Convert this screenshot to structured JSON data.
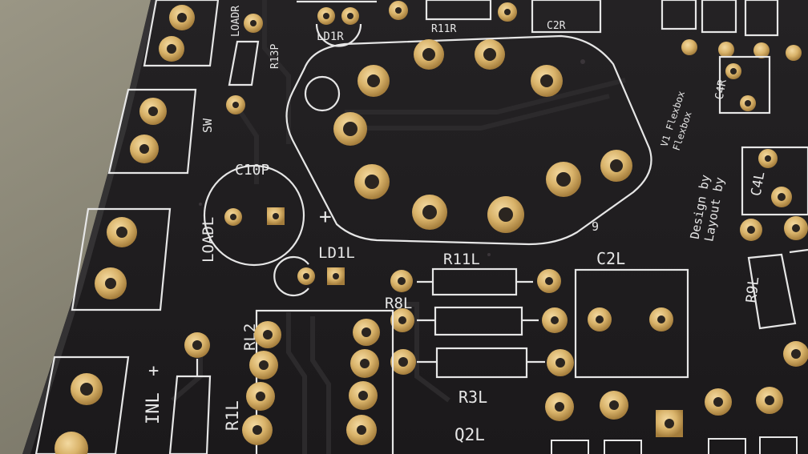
{
  "scene": {
    "type": "photo",
    "subject": "black printed circuit board with white silkscreen and gold-plated through-hole pads",
    "colors": {
      "board": "#1f1d1f",
      "board_edge": "#2a282a",
      "silkscreen": "#e6e6e6",
      "pad_gold": "#d9b36a",
      "pad_hole": "#2b2520",
      "fabric_background": "#7d7a6c",
      "trace": "#262426"
    }
  },
  "labels": {
    "c10p": "C10P",
    "ld1l": "LD1L",
    "r11l": "R11L",
    "r8l": "R8L",
    "r3l": "R3L",
    "c2l": "C2L",
    "q2l": "Q2L",
    "rl2": "RL2",
    "r1l": "R1L",
    "inl": "INL",
    "loadl": "LOADL",
    "sw": "SW",
    "r9l": "R9L",
    "c4l": "C4L",
    "r13p": "R13P",
    "ld1r": "LD1R",
    "r11r": "R11R",
    "c2r": "C2R",
    "loadr": "LOADR",
    "c4r": "C4R",
    "plus_c10p": "+",
    "plus_inl": "+",
    "pin_nine": "9",
    "design_line": "Design by",
    "layout_line": "Layout by",
    "credit_v1": "V1 Flexbox",
    "credit_v2": "Flexbox"
  }
}
